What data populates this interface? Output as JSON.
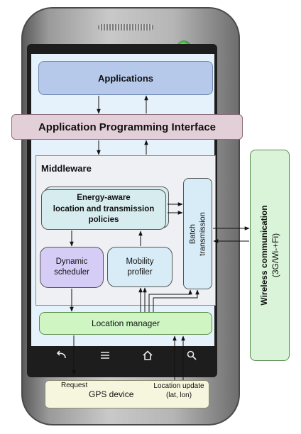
{
  "nodes": {
    "applications": "Applications",
    "api": "Application Programming Interface",
    "middleware": "Middleware",
    "policies": [
      "Energy-aware",
      "location and transmission",
      "policies"
    ],
    "scheduler": [
      "Dynamic",
      "scheduler"
    ],
    "profiler": [
      "Mobility",
      "profiler"
    ],
    "batch": [
      "Batch",
      "transmission"
    ],
    "location_manager": "Location manager",
    "gps_device": "GPS device",
    "wireless": [
      "Wireless communication",
      "(3G/Wi-+Fi)"
    ]
  },
  "edge_labels": {
    "request": "Request",
    "location_update": [
      "Location update",
      "(lat, lon)"
    ]
  },
  "nav_icons": [
    "back-icon",
    "menu-icon",
    "home-icon",
    "search-icon"
  ],
  "colors": {
    "applications": "#b6c9eb",
    "api": "#e3cfd7",
    "policies": "#d7ecef",
    "scheduler": "#d6cdf7",
    "profiler": "#d7ecf6",
    "location_manager": "#cff5c3",
    "gps": "#f6f6de",
    "wireless": "#d9f4d8"
  }
}
